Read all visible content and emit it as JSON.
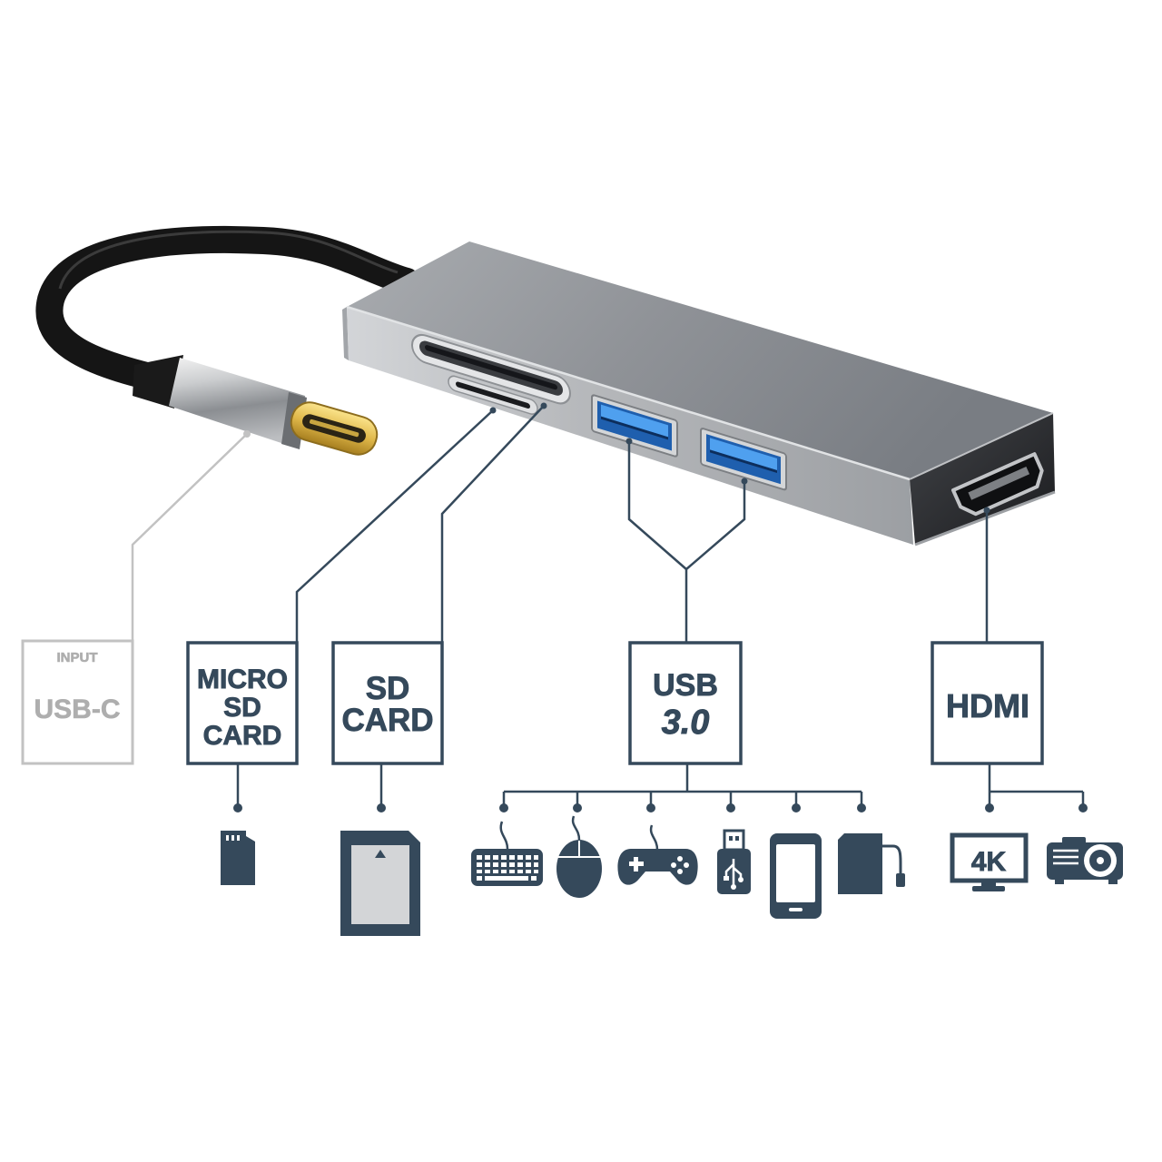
{
  "input_port": {
    "caption": "INPUT",
    "label": "USB-C"
  },
  "output_ports": [
    {
      "label_lines": [
        "MICRO",
        "SD",
        "CARD"
      ],
      "devices": [
        "micro-sd-card-icon"
      ]
    },
    {
      "label_lines": [
        "SD",
        "CARD"
      ],
      "devices": [
        "sd-card-icon"
      ]
    },
    {
      "label_lines": [
        "USB",
        "3.0"
      ],
      "devices": [
        "keyboard-icon",
        "mouse-icon",
        "gamepad-icon",
        "usb-flash-drive-icon",
        "smartphone-icon",
        "external-hard-drive-icon"
      ]
    },
    {
      "label_lines": [
        "HDMI"
      ],
      "devices": [
        "monitor-icon",
        "projector-icon"
      ],
      "monitor_screen_text": "4K"
    }
  ],
  "colors": {
    "ink": "#35495b",
    "input_line": "#c2c2c2",
    "usb_port_blue": "#2f7ed3",
    "connector_gold": "#d8b246",
    "hub_body": "#9b9ea2"
  }
}
